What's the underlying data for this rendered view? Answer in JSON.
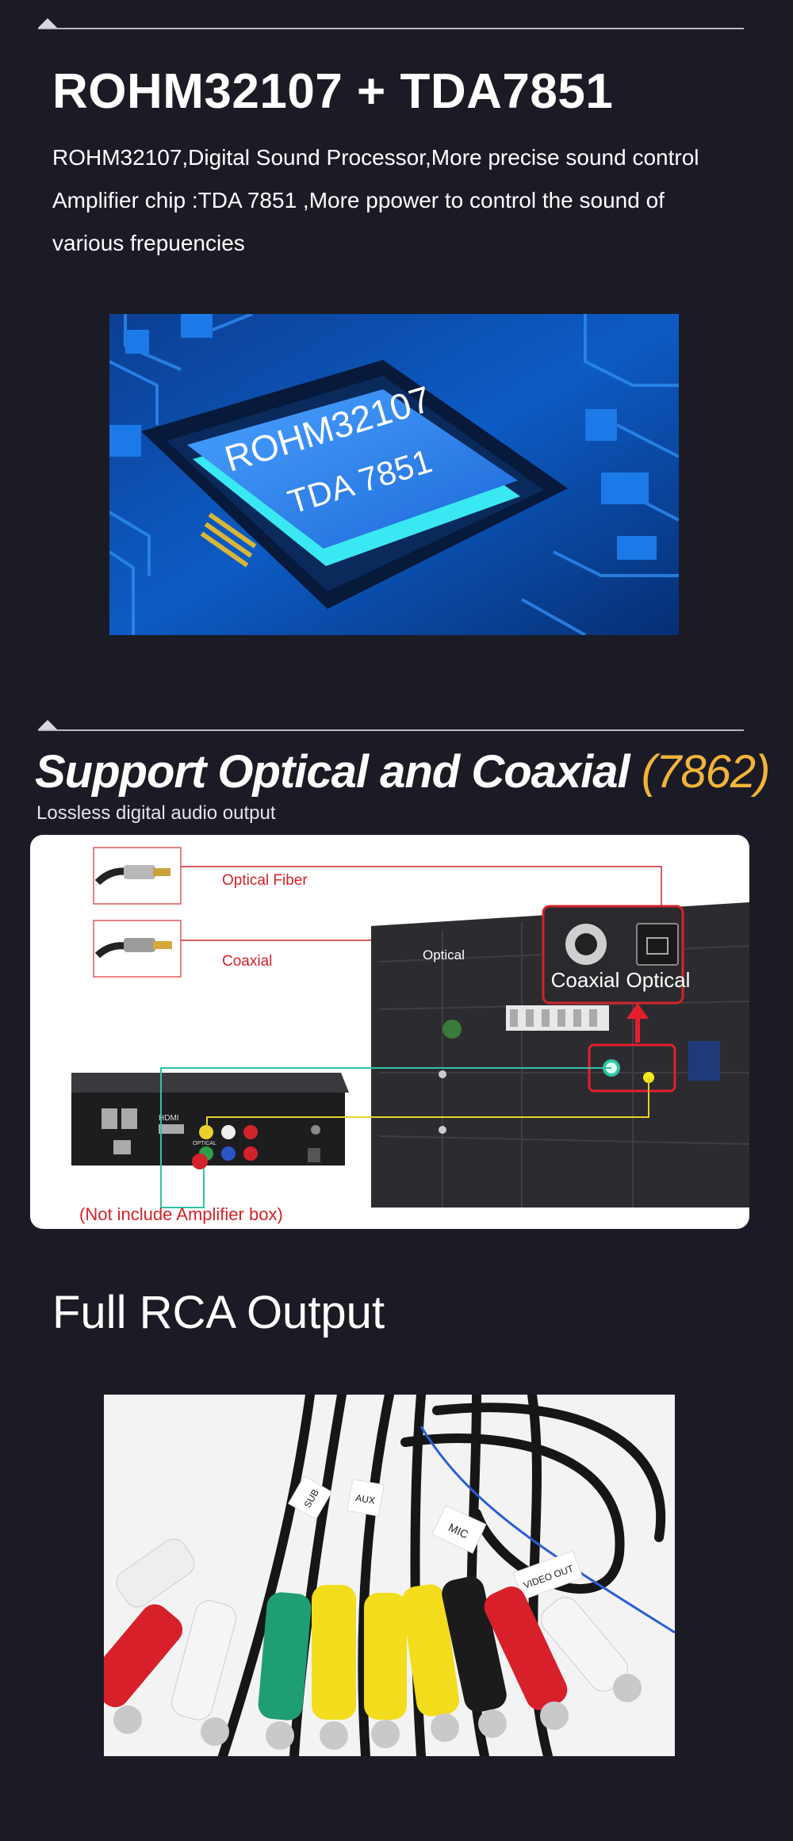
{
  "section1": {
    "title": "ROHM32107 + TDA7851",
    "lines": [
      "ROHM32107,Digital Sound Processor,More precise sound control",
      "Amplifier chip :TDA 7851 ,More ppower to control the sound of",
      "various frepuencies"
    ],
    "chip_label_1": "ROHM32107",
    "chip_label_2": "TDA 7851"
  },
  "section2": {
    "title": "Support Optical and Coaxial",
    "title_accent": "(7862)",
    "subtitle": "Lossless digital audio output",
    "labels": {
      "optical_fiber": "Optical Fiber",
      "coaxial": "Coaxial",
      "unit_optical": "Optical",
      "port_coaxial": "Coaxial",
      "port_optical": "Optical",
      "note": "(Not include Amplifier box)",
      "hdmi": "HDMI",
      "optical_small": "OPTICAL"
    }
  },
  "section3": {
    "title": "Full RCA Output",
    "tags": [
      "MIC",
      "SUB",
      "AUX",
      "VIDEO OUT"
    ]
  },
  "colors": {
    "background": "#1b1b25",
    "accent": "#f3b43a",
    "label_red": "#d2232a",
    "chip_blue": "#1f6fd6",
    "wire_teal": "#2ec4a6",
    "wire_yellow": "#e9d12b"
  }
}
